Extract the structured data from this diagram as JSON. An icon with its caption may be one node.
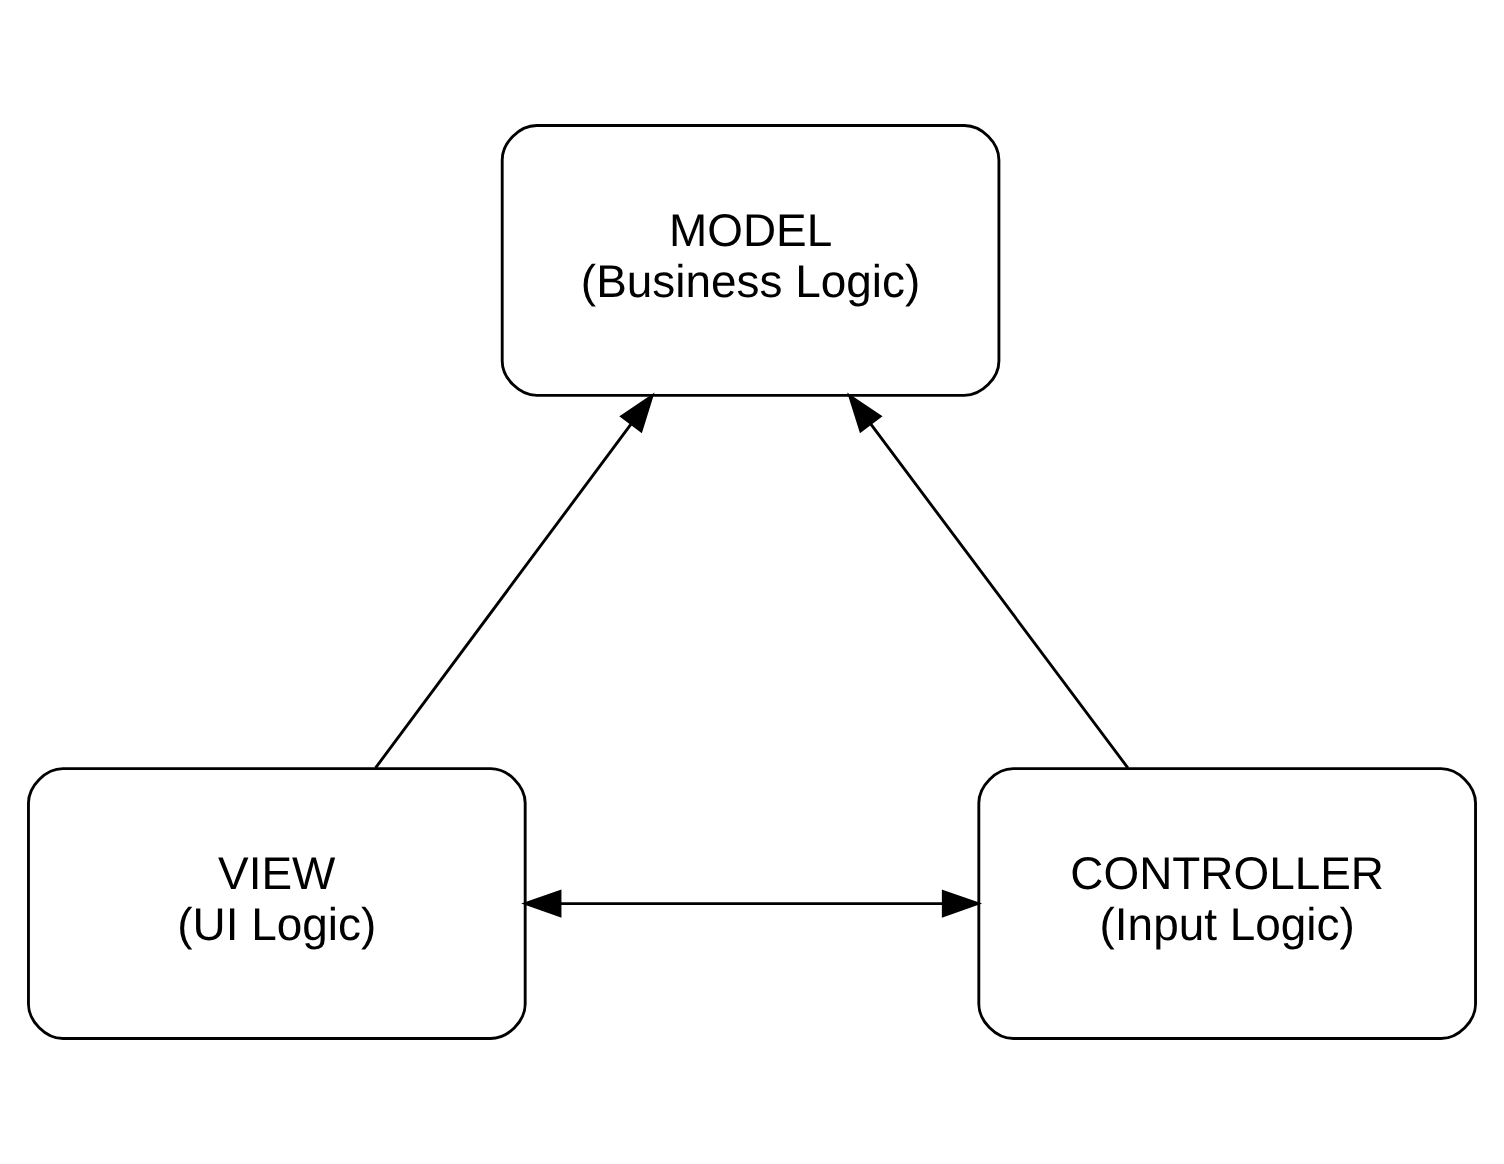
{
  "diagram": {
    "nodes": [
      {
        "text": [
          "MODEL",
          "(Business Logic)"
        ]
      },
      {
        "text": [
          "VIEW",
          "(UI Logic)"
        ]
      },
      {
        "text": [
          "CONTROLLER",
          "(Input Logic)"
        ]
      }
    ],
    "edges": [
      {
        "from": 1,
        "to": 0,
        "arrow": "to"
      },
      {
        "from": 2,
        "to": 0,
        "arrow": "to"
      },
      {
        "from": 1,
        "to": 2,
        "arrow": "both"
      }
    ]
  }
}
